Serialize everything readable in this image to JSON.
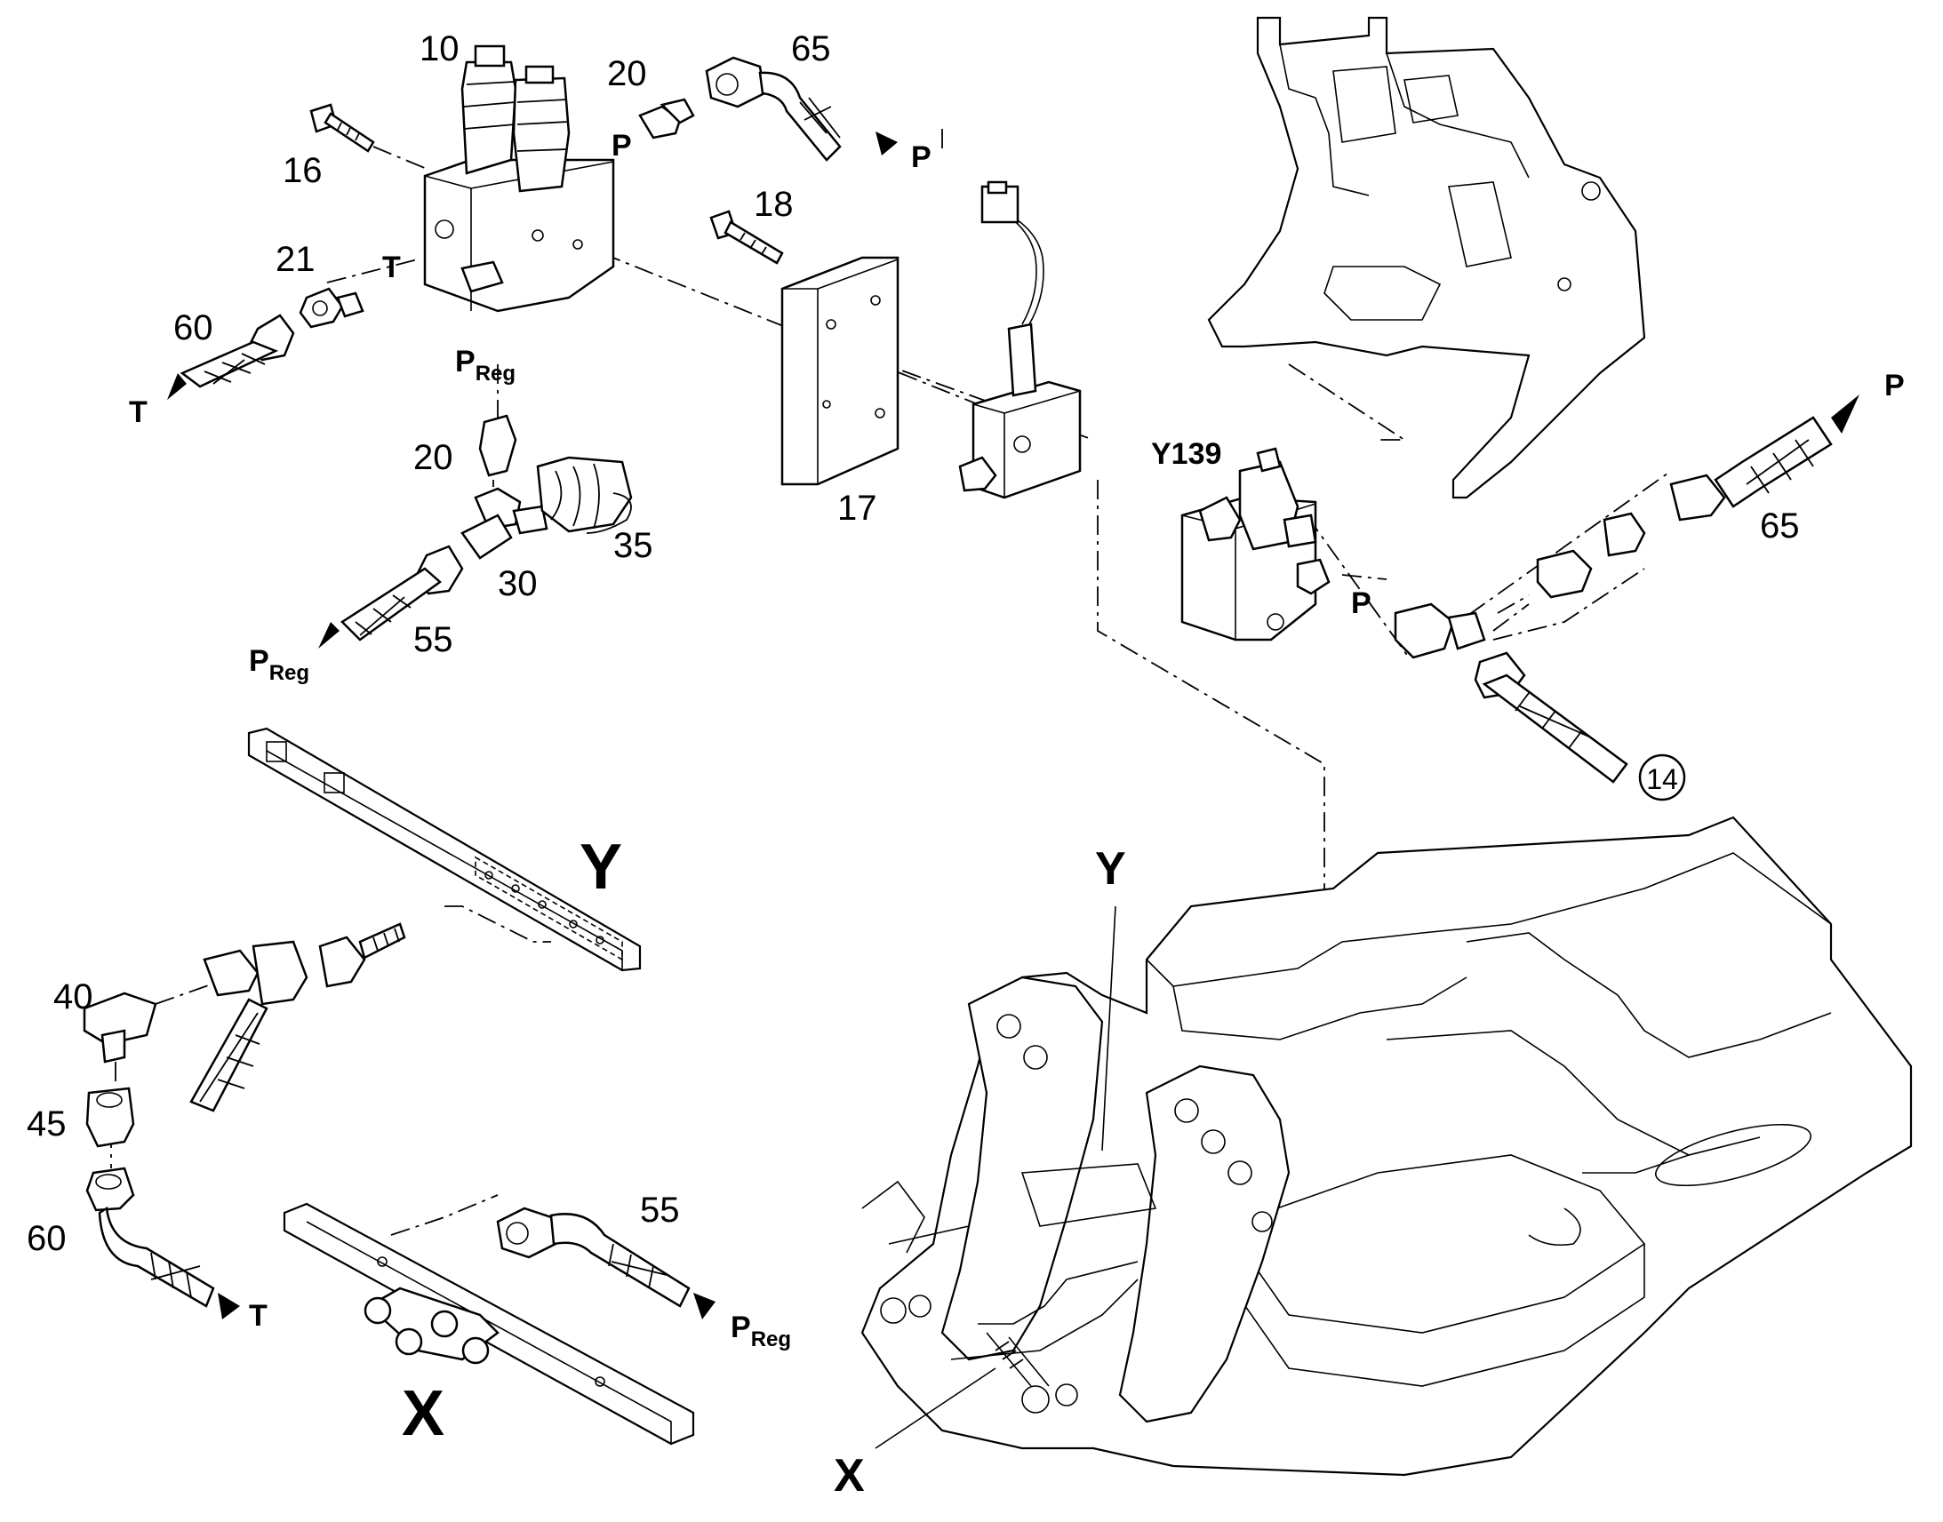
{
  "labels": {
    "p10": "10",
    "p20_top": "20",
    "p65_top": "65",
    "p16": "16",
    "p21": "21",
    "p60_left": "60",
    "p18": "18",
    "p17": "17",
    "p20_mid": "20",
    "p35": "35",
    "p30": "30",
    "p55_mid": "55",
    "y139": "Y139",
    "p65_right": "65",
    "p14": "14",
    "p40": "40",
    "p45": "45",
    "p60_bottom": "60",
    "p55_bottom": "55",
    "view_y_left": "Y",
    "view_x_left": "X",
    "view_y_right": "Y",
    "view_x_right": "X"
  },
  "ports": {
    "P": "P",
    "T": "T",
    "P_reg_main": "P",
    "P_reg_sub": "Reg"
  }
}
